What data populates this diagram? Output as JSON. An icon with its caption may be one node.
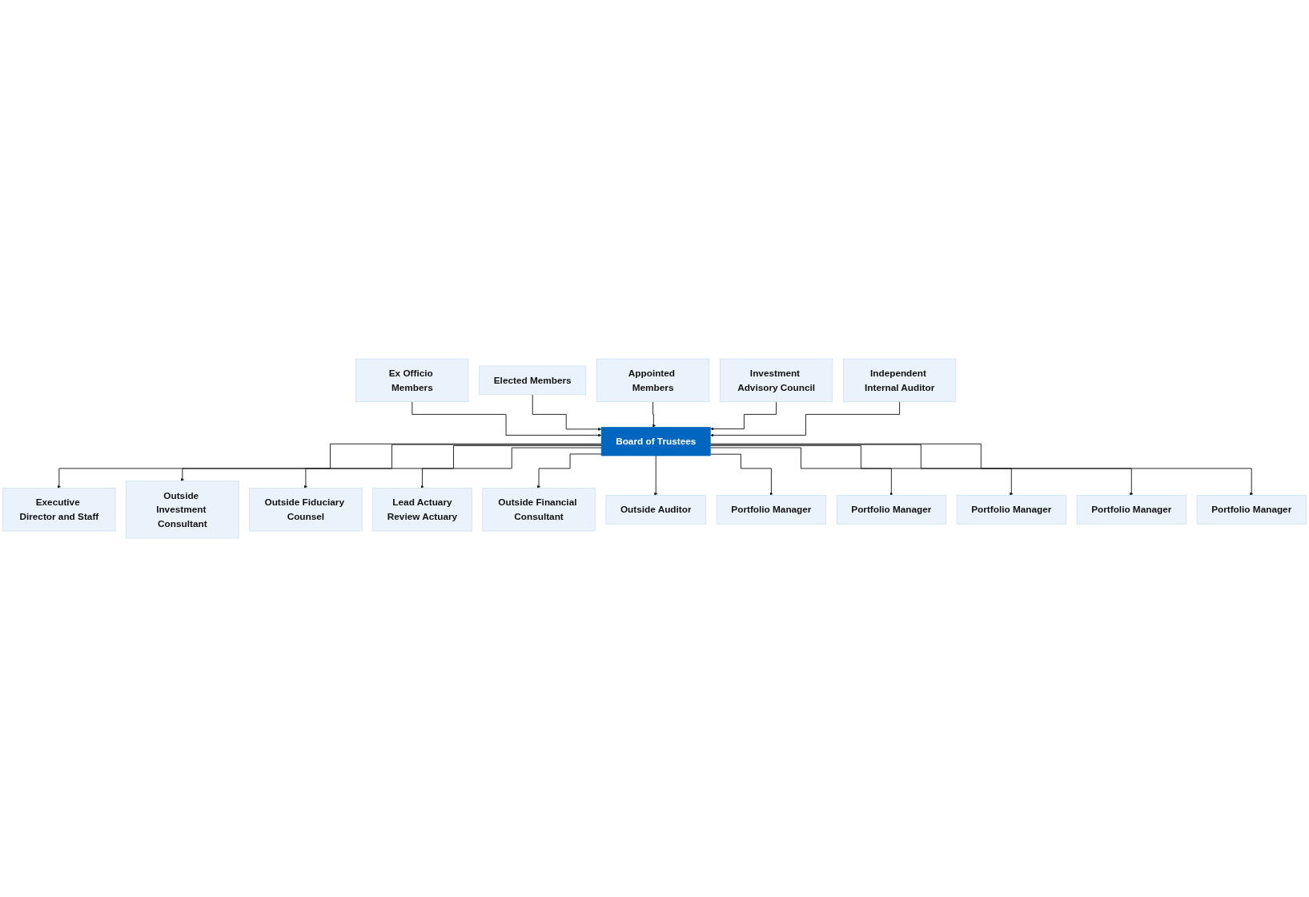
{
  "diagram": {
    "nodes": [
      {
        "text": [
          "Ex Officio Members"
        ]
      },
      {
        "text": [
          "Elected Members"
        ]
      },
      {
        "text": [
          "Appointed Members"
        ]
      },
      {
        "text": [
          "Investment Advisory Council"
        ]
      },
      {
        "text": [
          "Independent Internal Auditor"
        ]
      },
      {
        "text": [
          "Board of Trustees"
        ]
      },
      {
        "text": [
          "Executive Director and Staff"
        ]
      },
      {
        "text": [
          "Outside Investment Consultant"
        ]
      },
      {
        "text": [
          "Outside Fiduciary Counsel"
        ]
      },
      {
        "text": [
          "Lead Actuary",
          "Review Actuary"
        ]
      },
      {
        "text": [
          "Outside Financial Consultant"
        ]
      },
      {
        "text": [
          "Outside Auditor"
        ]
      },
      {
        "text": [
          "Portfolio Manager"
        ]
      },
      {
        "text": [
          "Portfolio Manager"
        ]
      },
      {
        "text": [
          "Portfolio Manager"
        ]
      },
      {
        "text": [
          "Portfolio Manager"
        ]
      },
      {
        "text": [
          "Portfolio Manager"
        ]
      }
    ],
    "edges": [
      {
        "from": 0,
        "to": 5,
        "arrow": "to"
      },
      {
        "from": 1,
        "to": 5,
        "arrow": "to"
      },
      {
        "from": 2,
        "to": 5,
        "arrow": "to"
      },
      {
        "from": 3,
        "to": 5,
        "arrow": "to"
      },
      {
        "from": 4,
        "to": 5,
        "arrow": "to"
      },
      {
        "from": 5,
        "to": 6,
        "arrow": "to"
      },
      {
        "from": 5,
        "to": 7,
        "arrow": "to"
      },
      {
        "from": 5,
        "to": 8,
        "arrow": "to"
      },
      {
        "from": 5,
        "to": 9,
        "arrow": "to"
      },
      {
        "from": 5,
        "to": 10,
        "arrow": "to"
      },
      {
        "from": 5,
        "to": 11,
        "arrow": "to"
      },
      {
        "from": 5,
        "to": 12,
        "arrow": "to"
      },
      {
        "from": 5,
        "to": 13,
        "arrow": "to"
      },
      {
        "from": 5,
        "to": 14,
        "arrow": "to"
      },
      {
        "from": 5,
        "to": 15,
        "arrow": "to"
      },
      {
        "from": 5,
        "to": 16,
        "arrow": "to"
      }
    ]
  }
}
